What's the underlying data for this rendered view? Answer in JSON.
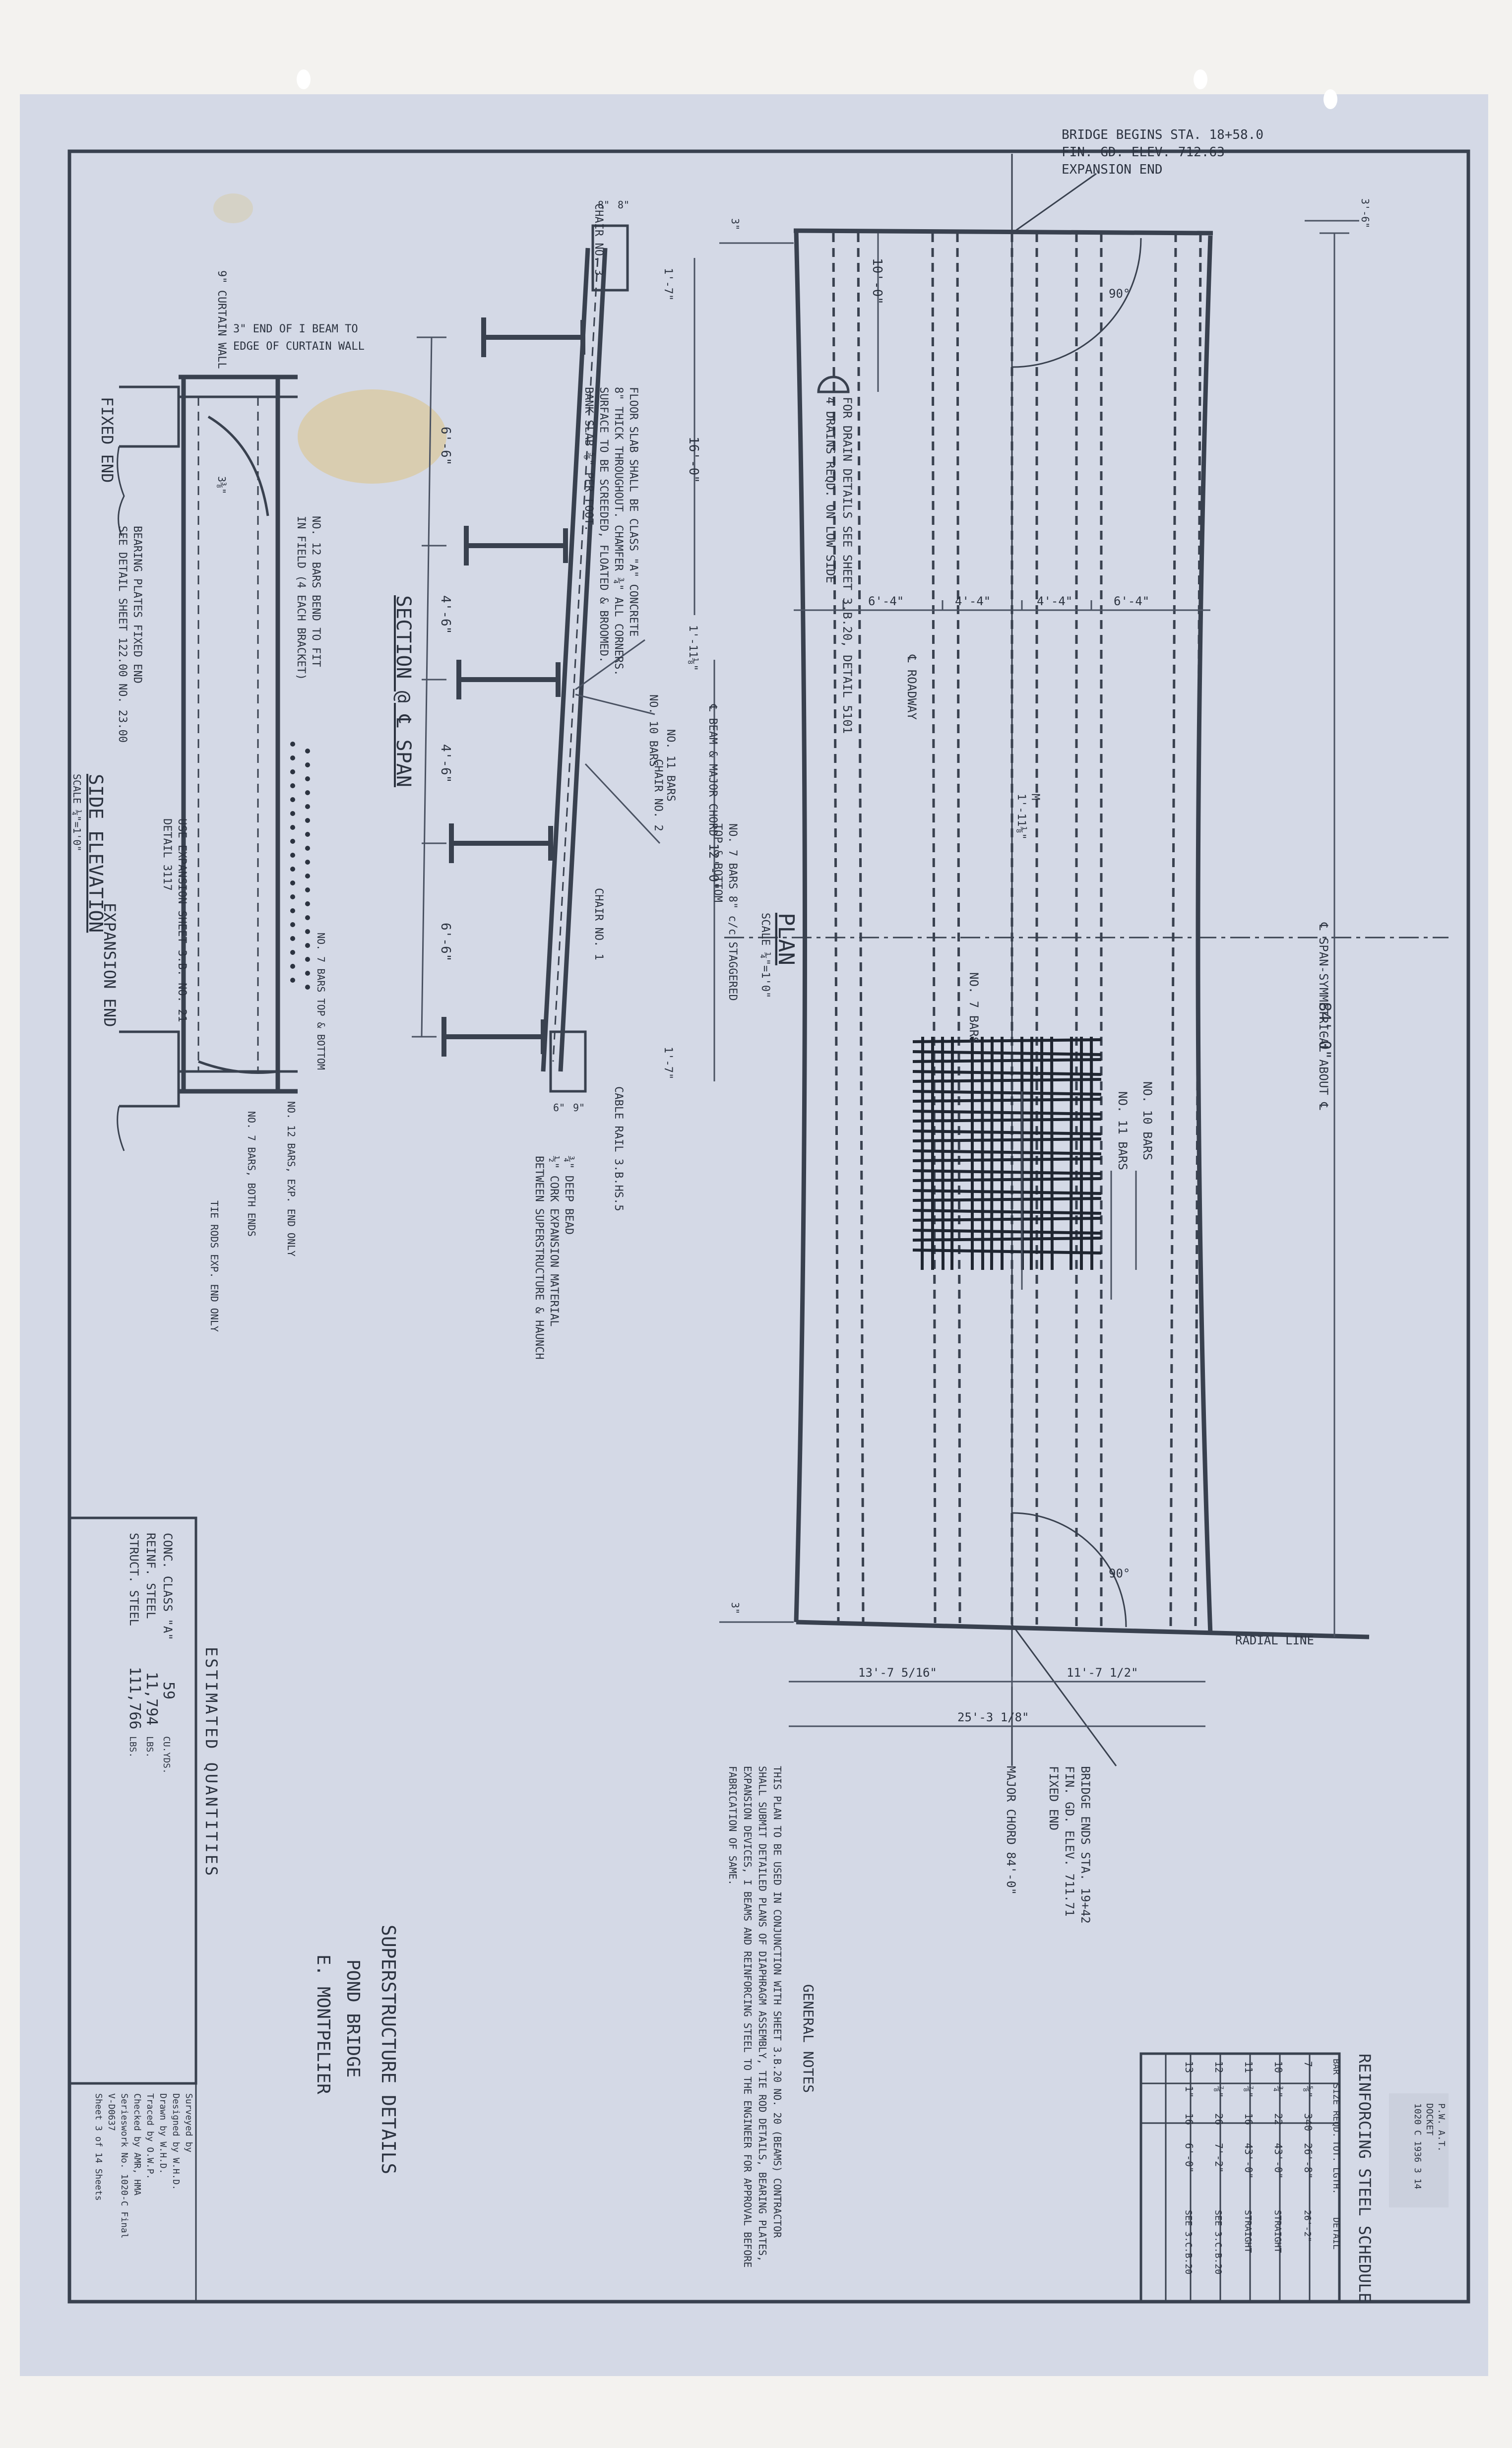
{
  "sheet_colors": {
    "paper": "#d4d9e6",
    "ink": "#2c3340",
    "margin": "#f3f2ef"
  },
  "plan": {
    "title": "PLAN",
    "scale": "SCALE ¼\"=1'0\"",
    "bridge_begins": [
      "BRIDGE BEGINS STA. 18+58.0",
      "FIN. GD. ELEV. 712.63",
      "EXPANSION END"
    ],
    "bridge_ends": [
      "BRIDGE ENDS STA. 19+42",
      "FIN. GD. ELEV. 711.71",
      "FIXED END"
    ],
    "drain_note": [
      "FOR DRAIN DETAILS SEE SHEET 3.B.20, DETAIL 5101",
      "4 DRAINS REQD. ON LOW SIDE"
    ],
    "span_note": "℄ SPAN-SYMMETRICAL ABOUT ℄",
    "length": "84'-0\"",
    "major_chord": "MAJOR CHORD 84'-0\"",
    "radial_line": "RADIAL LINE",
    "angle": "90°",
    "spacings": [
      "6'-4\"",
      "4'-4\"",
      "4'-4\"",
      "6'-4\""
    ],
    "bottom_dims": [
      "13'-7 5/16\"",
      "11'-7 1/2\"",
      "25'-3 1/8\""
    ],
    "dim_top": "10'-0\"",
    "dim_side": "1'-11⅛\"",
    "m_label": "M",
    "small_dim": "3\"",
    "small_dim2": "3'-6\"",
    "bars": [
      "NO. 7 BARS",
      "NO. 11 BARS",
      "NO. 10 BARS"
    ]
  },
  "section": {
    "title": "SECTION @ ℄ SPAN",
    "slab_note": [
      "FLOOR SLAB SHALL BE CLASS \"A\" CONCRETE",
      "8\" THICK THROUGHOUT. CHAMFER ¾\" ALL CORNERS.",
      "SURFACE TO BE SCREEDED, FLOATED & BROOMED.",
      "BANK SLAB ⅝\" PER FOOT."
    ],
    "chairs": [
      "CHAIR NO. 3",
      "CHAIR NO. 2",
      "CHAIR NO. 1"
    ],
    "dims": [
      "6'-6\"",
      "4'-6\"",
      "4'-6\"",
      "6'-6\"",
      "16'-0\"",
      "12'-0\"",
      "1'-7\"",
      "1'-11⅛\""
    ],
    "roadway": "℄ ROADWAY",
    "beam_label": "℄ BEAM & MAJOR CHORD",
    "bars_note": [
      "NO. 7 BARS 8\" c/c STAGGERED",
      "TOP & BOTTOM"
    ],
    "bar_labels": [
      "NO. 11 BARS",
      "NO. 10 BARS"
    ],
    "cable_rail": "CABLE RAIL 3.B.HS.5",
    "bead": [
      "¾\" DEEP BEAD",
      "½\" CORK EXPANSION MATERIAL",
      "BETWEEN SUPERSTRUCTURE & HAUNCH"
    ],
    "top_dims": [
      "8\"",
      "8\"",
      "6\"",
      "9\""
    ]
  },
  "elevation": {
    "title": "SIDE ELEVATION",
    "scale": "SCALE ¼\"=1'0\"",
    "fixed_end": "FIXED END",
    "expansion_end": "EXPANSION END",
    "curtain_wall": "9\" CURTAIN WALL",
    "beam_end": [
      "3\" END OF I BEAM TO",
      "EDGE OF CURTAIN WALL"
    ],
    "bearing": [
      "BEARING PLATES FIXED END",
      "SEE DETAIL SHEET 122.00 NO. 23.00"
    ],
    "no12_fit": [
      "NO. 12 BARS BEND TO FIT",
      "IN FIELD (4 EACH BRACKET)"
    ],
    "exp_sheet": [
      "USE EXPANSION SHEET 3.B. NO. 21",
      "DETAIL 3117"
    ],
    "no7_top": "NO. 7 BARS TOP & BOTTOM",
    "no12_exp": "NO. 12 BARS, EXP. END ONLY",
    "no7_both": "NO. 7 BARS, BOTH ENDS",
    "tie_rods": "TIE RODS EXP. END ONLY",
    "dim_3": "3⅜\""
  },
  "quantities": {
    "title": "ESTIMATED QUANTITIES",
    "rows": [
      {
        "item": "CONC. CLASS \"A\"",
        "value": "59",
        "unit": "CU.YDS."
      },
      {
        "item": "REINF. STEEL",
        "value": "11,794",
        "unit": "LBS."
      },
      {
        "item": "STRUCT. STEEL",
        "value": "111,766",
        "unit": "LBS."
      }
    ]
  },
  "title_block": {
    "lines": [
      "SUPERSTRUCTURE DETAILS",
      "POND BRIDGE",
      "E. MONTPELIER"
    ]
  },
  "signatures": {
    "rows": [
      "Surveyed by",
      "Designed by  W.H.D.",
      "Drawn by  W.H.D.",
      "Traced by  O.W.P.",
      "Checked by  AMR, HMA",
      "Serieswork  No. 1020-C  Final",
      "V-D0637",
      "Sheet  3  of  14  Sheets"
    ]
  },
  "notes": {
    "title": "GENERAL NOTES",
    "body": [
      "THIS PLAN TO BE USED IN CONJUNCTION WITH SHEET 3.B.20 NO. 20 (BEAMS) CONTRACTOR",
      "SHALL SUBMIT DETAILED PLANS OF DIAPHRAGM ASSEMBLY, TIE ROD DETAILS, BEARING PLATES,",
      "EXPANSION DEVICES, I BEAMS AND REINFORCING STEEL TO THE ENGINEER FOR APPROVAL BEFORE",
      "FABRICATION OF SAME."
    ]
  },
  "schedule": {
    "title": "REINFORCING STEEL SCHEDULE",
    "headers": [
      "BAR",
      "SIZE",
      "REQD.",
      "TOT. LGTH.",
      "DETAIL"
    ],
    "rows": [
      {
        "bar": "7",
        "size": "⅝\"",
        "reqd": "340",
        "len": "26'-8\"",
        "detail": "26'-2\""
      },
      {
        "bar": "10",
        "size": "¾\"",
        "reqd": "22",
        "len": "43'-0\"",
        "detail": "STRAIGHT"
      },
      {
        "bar": "11",
        "size": "⅞\"",
        "reqd": "16",
        "len": "43'-0\"",
        "detail": "STRAIGHT"
      },
      {
        "bar": "12",
        "size": "⅞\"",
        "reqd": "26",
        "len": "7'-2\"",
        "detail": "SEE 3.C.B.20"
      },
      {
        "bar": "13",
        "size": "1\"",
        "reqd": "16",
        "len": "6'-0\"",
        "detail": "SEE 3.C.B.20"
      }
    ],
    "stamp": [
      "P.W. A.T.",
      "DOCKET",
      "1020 C  1936  3  14"
    ]
  }
}
